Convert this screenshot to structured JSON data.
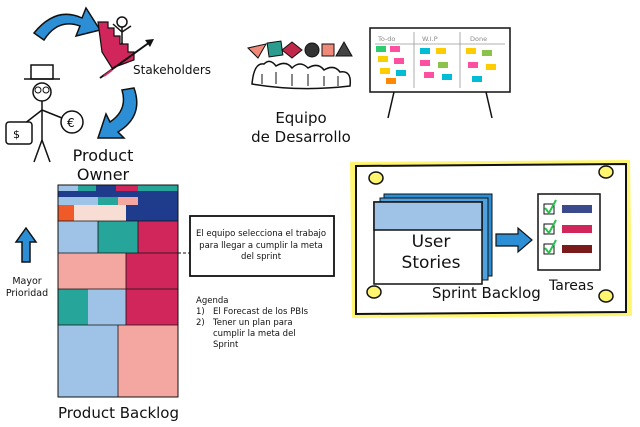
{
  "diagram": {
    "stakeholders_label": "Stakeholders",
    "product_owner_label": "Product\nOwner",
    "team_label": "Equipo\nde Desarrollo",
    "board_columns": [
      "To-do",
      "W.I.P",
      "Done"
    ],
    "priority_label": "Mayor\nPrioridad",
    "product_backlog_label": "Product Backlog",
    "selection_text": "El equipo selecciona el trabajo para llegar a cumplir la meta del sprint",
    "agenda": {
      "title": "Agenda",
      "items": [
        {
          "num": "1)",
          "text": "El Forecast de los PBIs"
        },
        {
          "num": "2)",
          "text": "Tener un plan para cumplir la meta del Sprint"
        }
      ]
    },
    "user_stories_label": "User\nStories",
    "sprint_backlog_label": "Sprint Backlog",
    "tasks_label": "Tareas",
    "colors": {
      "blue_arrow": "#2c8fd6",
      "highlight": "#fff56e",
      "light_blue": "#9ec3e6",
      "teal": "#26a69a",
      "crimson": "#d0265c",
      "pink": "#f4a6a0",
      "navy": "#1f3b8c",
      "orange": "#f05a28",
      "green_check": "#27c24c"
    }
  }
}
